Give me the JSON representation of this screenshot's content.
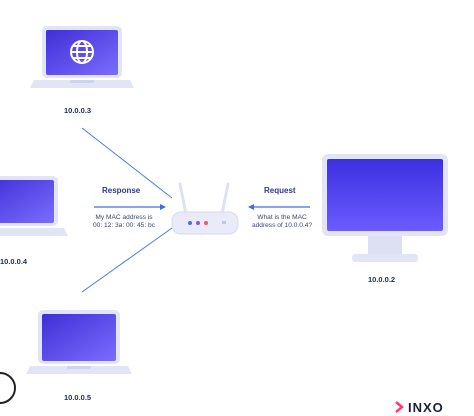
{
  "nodes": {
    "top_laptop": {
      "ip": "10.0.0.3"
    },
    "left_laptop": {
      "ip": "10.0.0.4"
    },
    "bottom_laptop": {
      "ip": "10.0.0.5"
    },
    "desktop": {
      "ip": "10.0.0.2"
    }
  },
  "response": {
    "heading": "Response",
    "line1": "My MAC address is",
    "line2": "00: 12: 3a: 00: 45: bc"
  },
  "request": {
    "heading": "Request",
    "line1": "What is the MAC",
    "line2": "address of 10.0.0.4?"
  },
  "brand": {
    "name": "INXO"
  },
  "colors": {
    "screen_dark": "#3f2fd6",
    "screen_light": "#7b6cff",
    "device_body": "#e2e5f6",
    "link_line": "#4f7be0",
    "arrow": "#3d6fe0",
    "router_led_blue": "#4a6cf0",
    "router_led_red": "#ff4f6d",
    "router_led_purple": "#8a55f0"
  }
}
